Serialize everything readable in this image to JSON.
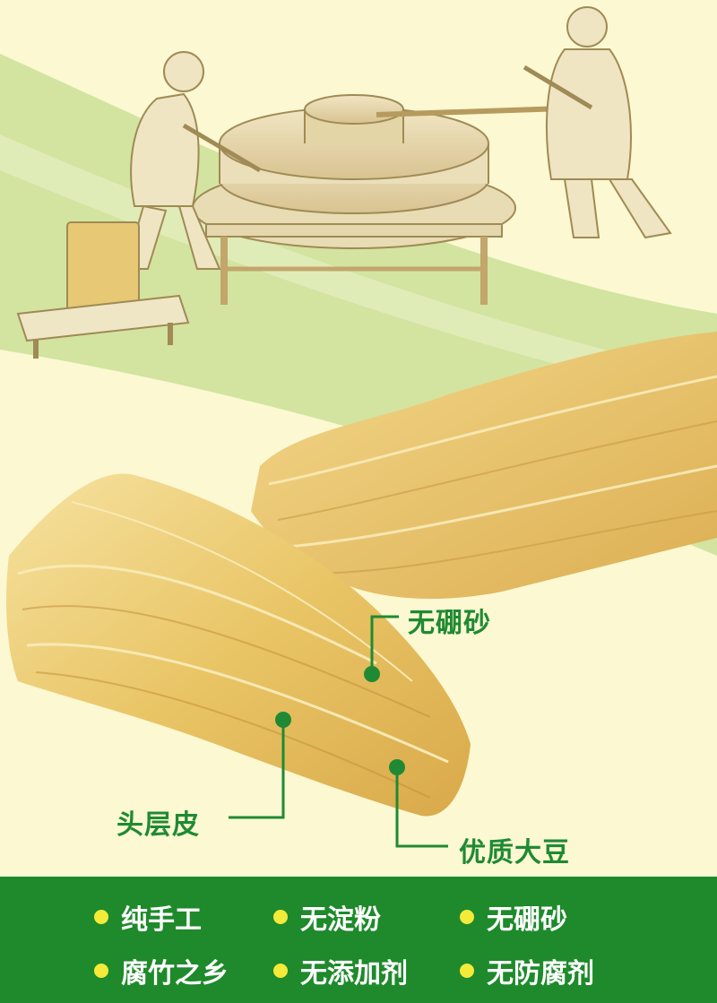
{
  "colors": {
    "background": "#fbf8d2",
    "accent_green": "#1e8a2b",
    "callout_green": "#1f8a33",
    "bullet_yellow": "#f3ea3a",
    "light_green_band": "#cde19a",
    "bean_curd": "#eed07a"
  },
  "callouts": {
    "no_borax": "无硼砂",
    "top_layer_skin": "头层皮",
    "quality_soybean": "优质大豆"
  },
  "features": [
    {
      "label": "纯手工",
      "icon": "dot-bullet-icon"
    },
    {
      "label": "无淀粉",
      "icon": "dot-bullet-icon"
    },
    {
      "label": "无硼砂",
      "icon": "dot-bullet-icon"
    },
    {
      "label": "腐竹之乡",
      "icon": "dot-bullet-icon"
    },
    {
      "label": "无添加剂",
      "icon": "dot-bullet-icon"
    },
    {
      "label": "无防腐剂",
      "icon": "dot-bullet-icon"
    }
  ]
}
